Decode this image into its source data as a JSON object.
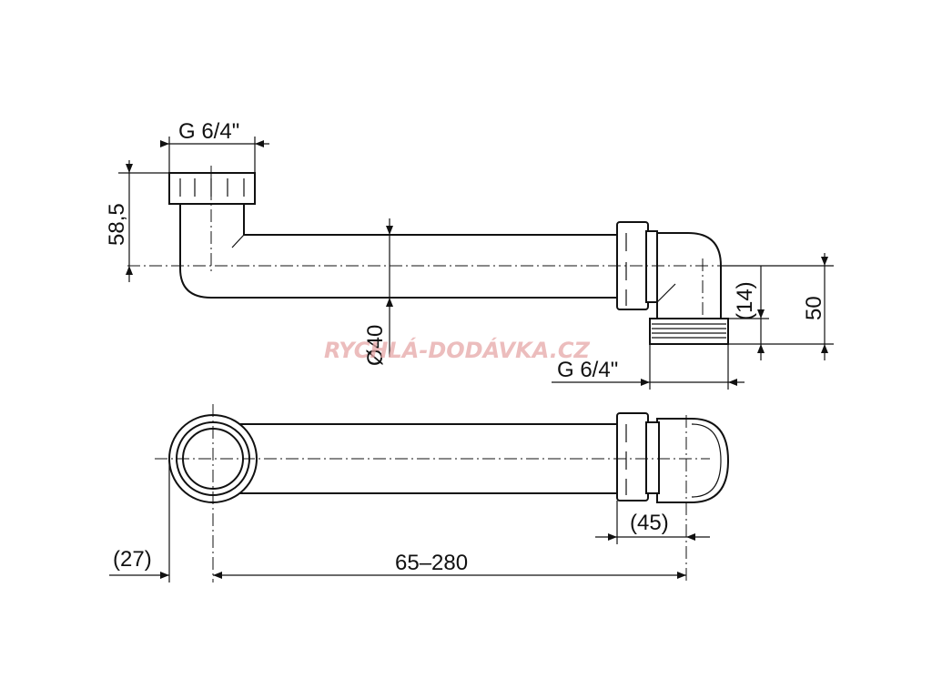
{
  "labels": {
    "top_thread": "G 6/4\"",
    "height_left": "58,5",
    "diameter": "Ø40",
    "offset_right": "(14)",
    "height_right": "50",
    "bottom_thread": "G 6/4\"",
    "left_offset": "(27)",
    "length_range": "65–280",
    "elbow_offset": "(45)"
  },
  "watermark": "RYCHLÁ-DODÁVKA.CZ"
}
